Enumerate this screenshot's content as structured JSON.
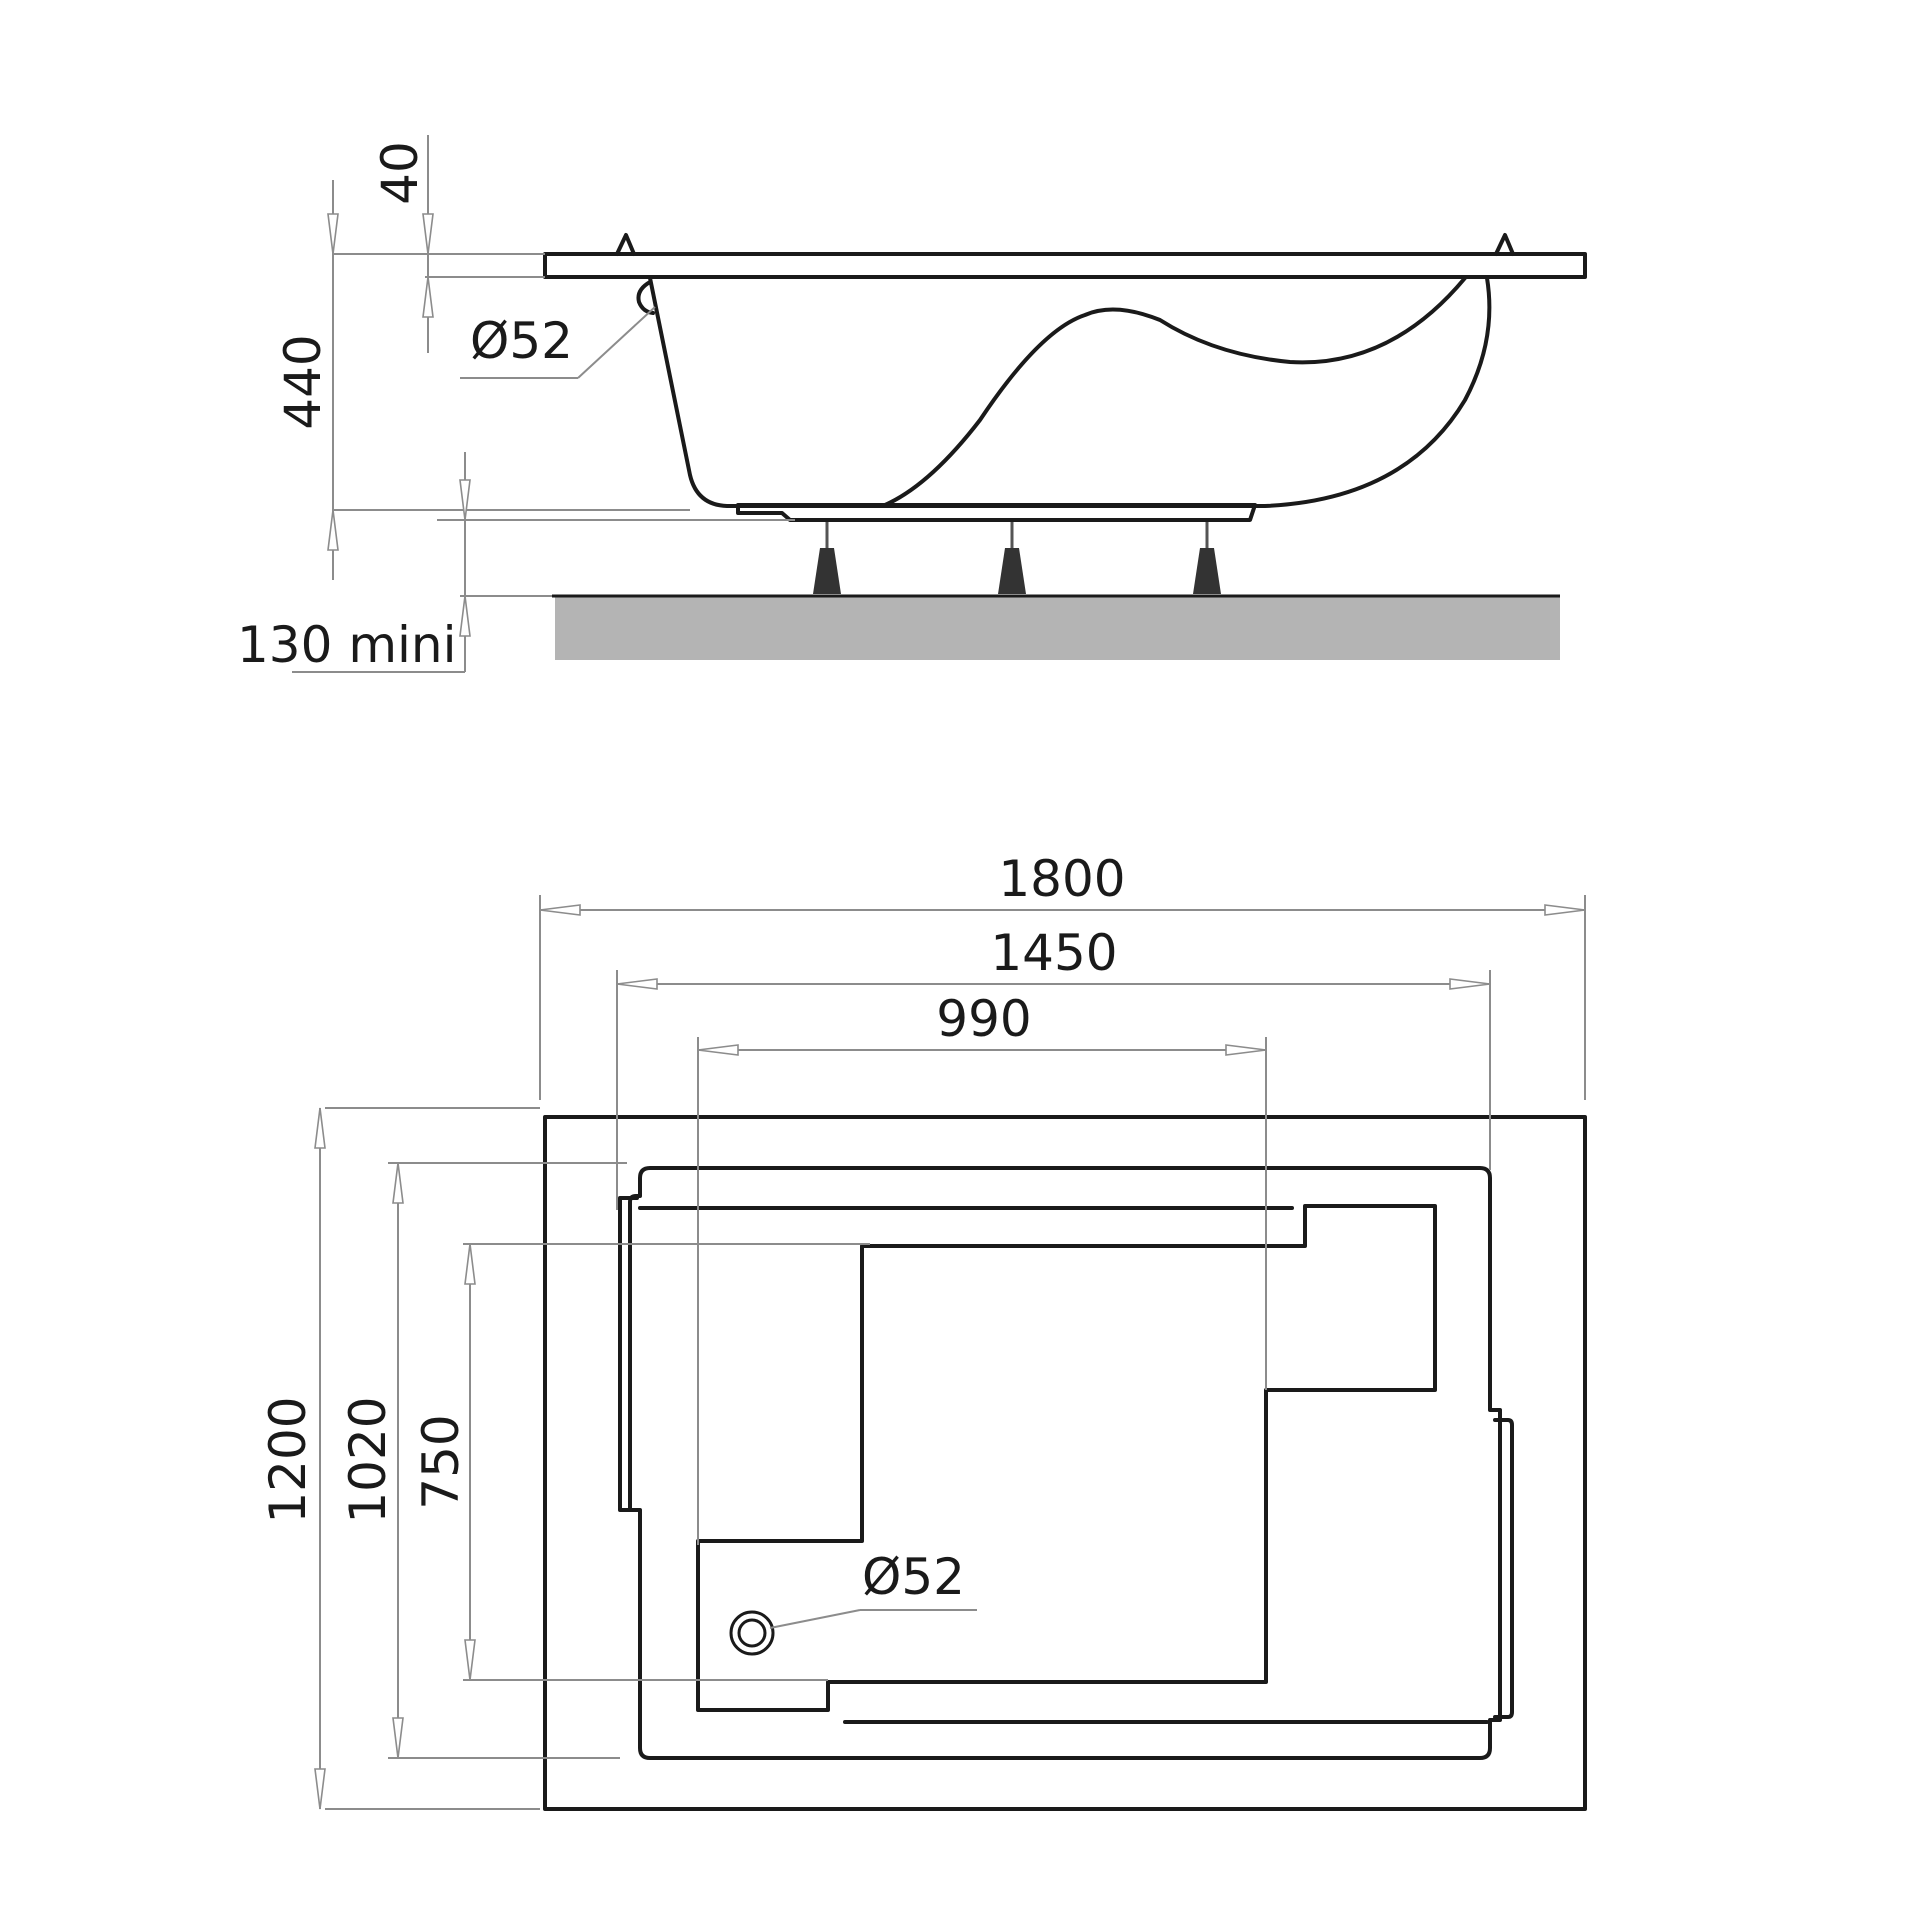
{
  "side_view": {
    "rim_thickness": "40",
    "tub_height": "440",
    "floor_clearance": "130 mini",
    "drain_diameter": "Ø52"
  },
  "top_view": {
    "overall_length": "1800",
    "inner_length": "1450",
    "basin_length": "990",
    "overall_width": "1200",
    "inner_width": "1020",
    "basin_width": "750",
    "drain_diameter": "Ø52"
  }
}
